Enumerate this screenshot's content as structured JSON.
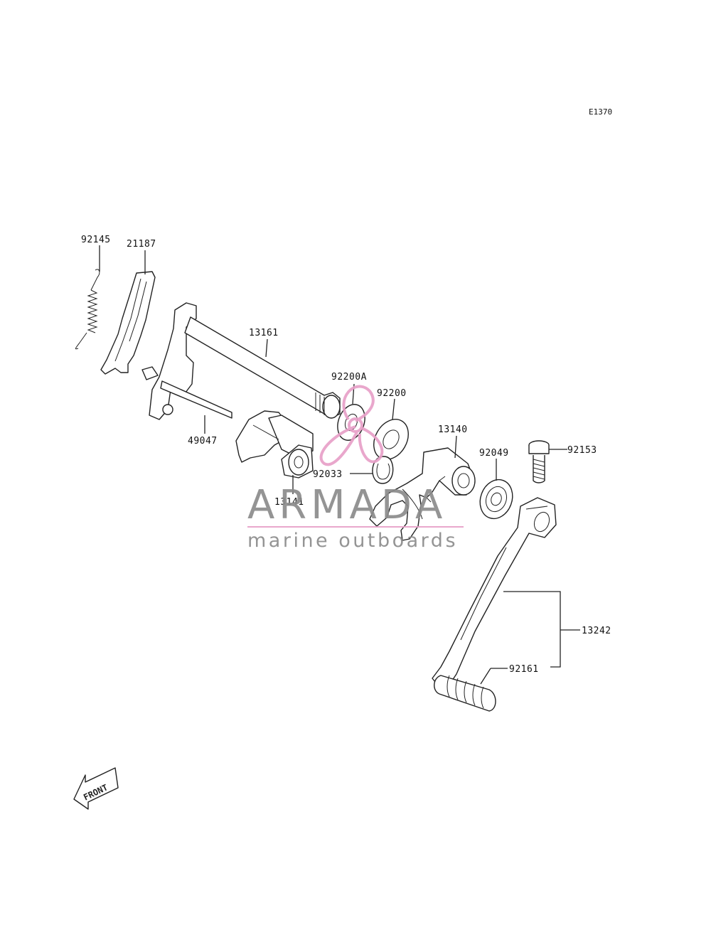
{
  "diagram_code": "E1370",
  "part_labels": {
    "p92145": "92145",
    "p21187": "21187",
    "p13161": "13161",
    "p92200A": "92200A",
    "p92200": "92200",
    "p49047": "49047",
    "p13140": "13140",
    "p92049": "92049",
    "p92153": "92153",
    "p92033": "92033",
    "p13141": "13141",
    "p13242": "13242",
    "p92161": "92161"
  },
  "front_label": "FRONT",
  "watermark": {
    "brand": "ARMADA",
    "tagline": "marine outboards",
    "accent_color": "#e8a0c8",
    "text_color": "#8c8c8c"
  }
}
